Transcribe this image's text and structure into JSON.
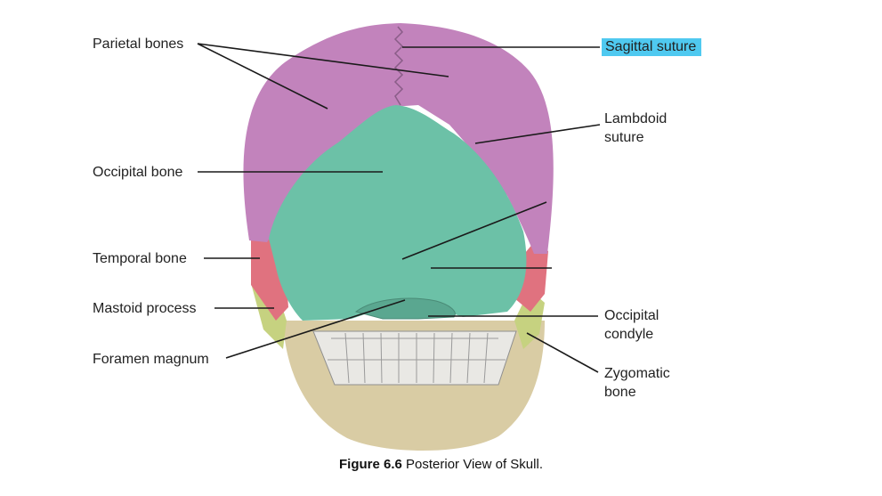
{
  "labels": {
    "parietal_bones": "Parietal bones",
    "occipital_bone": "Occipital bone",
    "temporal_bone": "Temporal bone",
    "mastoid_process": "Mastoid process",
    "foramen_magnum": "Foramen magnum",
    "sagittal_suture": "Sagittal suture",
    "lambdoid_suture_line1": "Lambdoid",
    "lambdoid_suture_line2": "suture",
    "occipital_condyle_line1": "Occipital",
    "occipital_condyle_line2": "condyle",
    "zygomatic_bone_line1": "Zygomatic",
    "zygomatic_bone_line2": "bone"
  },
  "caption": {
    "figure_number": "Figure 6.6",
    "title": "Posterior View of Skull."
  },
  "colors": {
    "parietal": "#c283bc",
    "occipital": "#6cc1a7",
    "temporal": "#e0727f",
    "zygomatic": "#c6d280",
    "bone": "#d9cca4",
    "highlight": "#4fc9f0",
    "leader_line": "#1a1a1a"
  }
}
